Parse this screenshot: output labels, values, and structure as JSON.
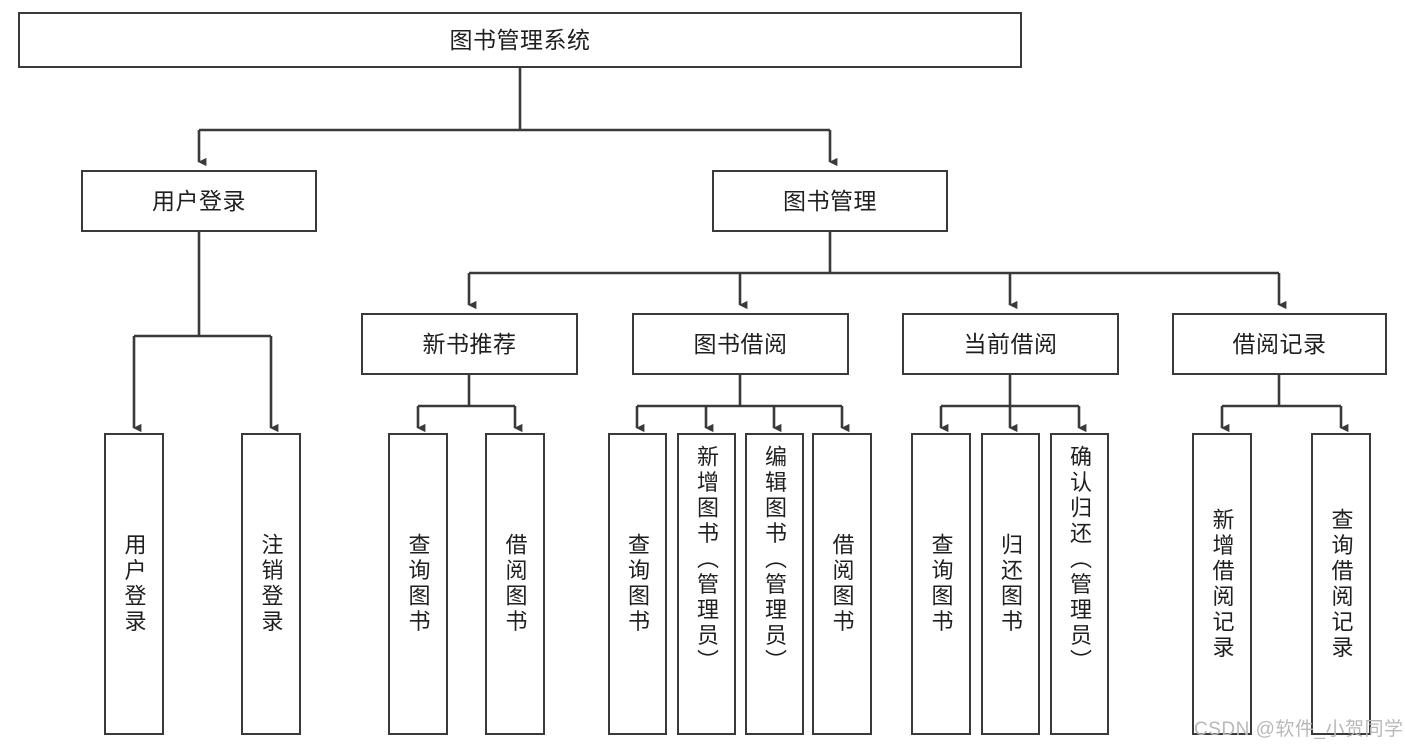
{
  "diagram": {
    "title": "图书管理系统",
    "type": "tree-hierarchy",
    "stroke_color": "#3a3a3a",
    "text_color": "#1f1f1f",
    "background": "#ffffff"
  },
  "nodes": {
    "root": {
      "label": "图书管理系统"
    },
    "level2": [
      {
        "id": "user-login",
        "label": "用户登录"
      },
      {
        "id": "book-manage",
        "label": "图书管理"
      }
    ],
    "level3": [
      {
        "id": "new-book-recommend",
        "label": "新书推荐"
      },
      {
        "id": "book-borrow",
        "label": "图书借阅"
      },
      {
        "id": "current-borrow",
        "label": "当前借阅"
      },
      {
        "id": "borrow-record",
        "label": "借阅记录"
      }
    ],
    "leaves": {
      "user_login": [
        {
          "id": "leaf-user-login",
          "label": "用户登录"
        },
        {
          "id": "leaf-logout-login",
          "label": "注销登录"
        }
      ],
      "new_book_recommend": [
        {
          "id": "leaf-query-book-1",
          "label": "查询图书"
        },
        {
          "id": "leaf-borrow-book-1",
          "label": "借阅图书"
        }
      ],
      "book_borrow": [
        {
          "id": "leaf-query-book-2",
          "label": "查询图书"
        },
        {
          "id": "leaf-add-book-admin",
          "label": "新增图书（管理员）"
        },
        {
          "id": "leaf-edit-book-admin",
          "label": "编辑图书（管理员）"
        },
        {
          "id": "leaf-borrow-book-2",
          "label": "借阅图书"
        }
      ],
      "current_borrow": [
        {
          "id": "leaf-query-book-3",
          "label": "查询图书"
        },
        {
          "id": "leaf-return-book",
          "label": "归还图书"
        },
        {
          "id": "leaf-confirm-return-admin",
          "label": "确认归还（管理员）"
        }
      ],
      "borrow_record": [
        {
          "id": "leaf-add-borrow-record",
          "label": "新增借阅记录"
        },
        {
          "id": "leaf-query-borrow-record",
          "label": "查询借阅记录"
        }
      ]
    }
  },
  "watermark": {
    "text": "CSDN @软件_小贺同学",
    "color": "#b9b9b9"
  }
}
